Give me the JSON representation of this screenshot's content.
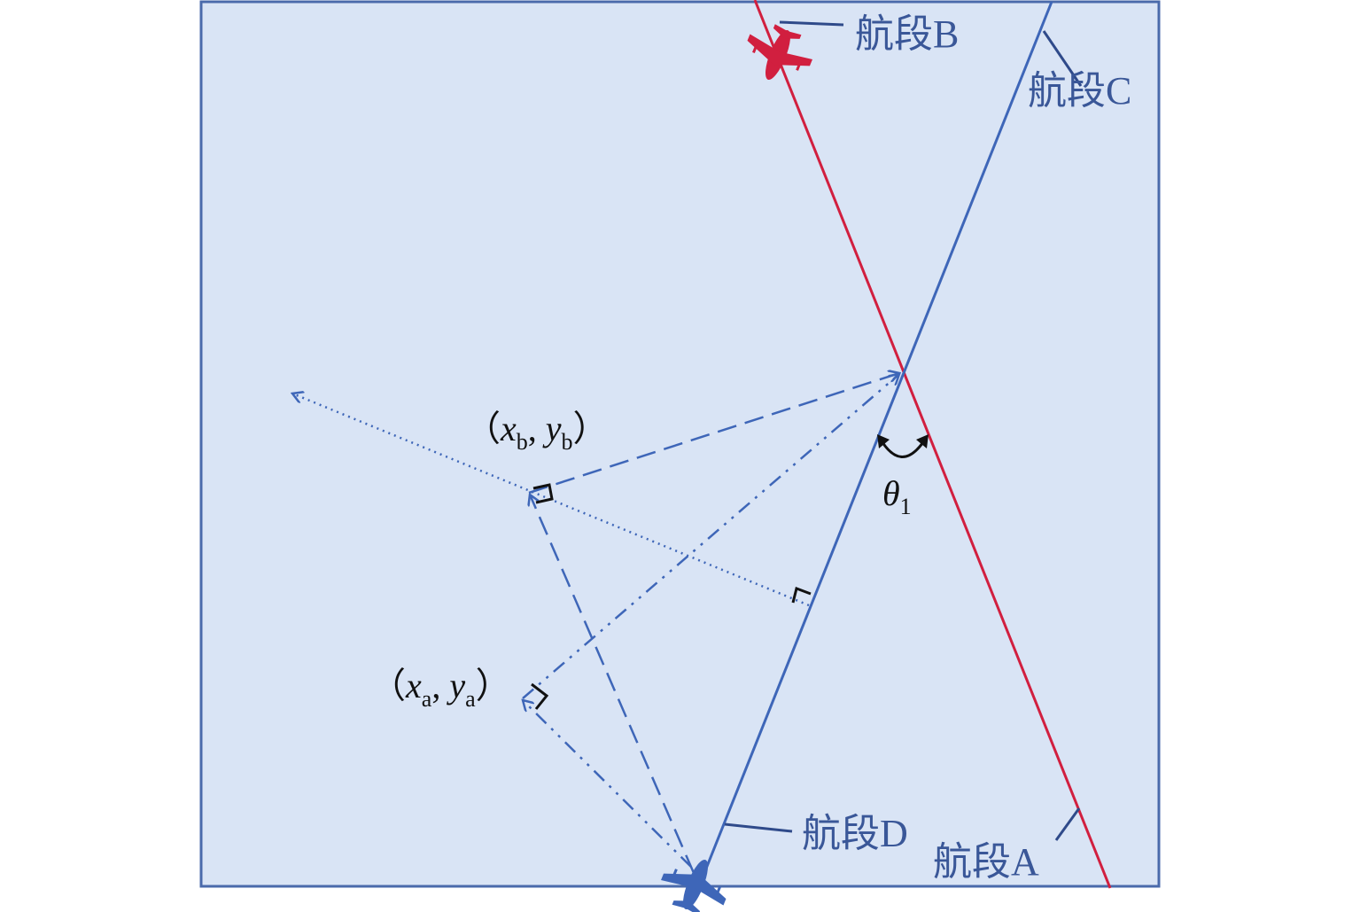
{
  "labels": {
    "segment_a": "航段A",
    "segment_b": "航段B",
    "segment_c": "航段C",
    "segment_d": "航段D",
    "point_b": {
      "open": "（",
      "x": "x",
      "x_sub": "b",
      "sep": ", ",
      "y": "y",
      "y_sub": "b",
      "close": "）"
    },
    "point_a": {
      "open": "（",
      "x": "x",
      "x_sub": "a",
      "sep": ", ",
      "y": "y",
      "y_sub": "a",
      "close": "）"
    },
    "angle": {
      "symbol": "θ",
      "sub": "1"
    }
  },
  "colors": {
    "background": "#d9e4f5",
    "frame": "#4a6aab",
    "route_red": "#d11f3f",
    "route_blue": "#3e66b8",
    "text_blue": "#3a5798",
    "marker": "#111111"
  }
}
